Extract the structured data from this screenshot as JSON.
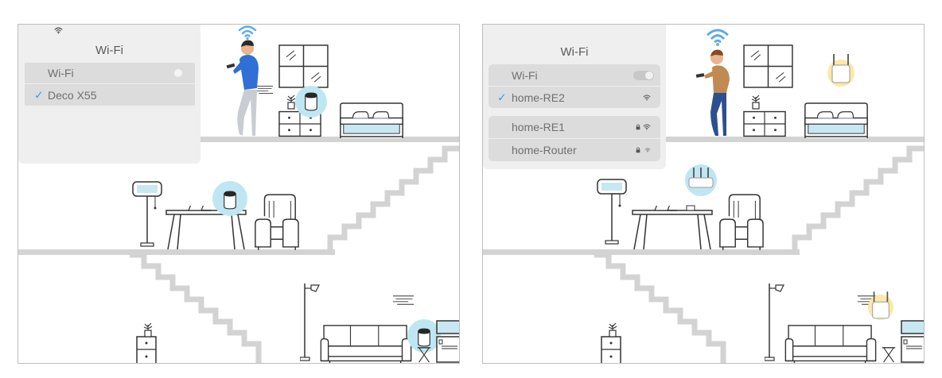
{
  "left": {
    "card": {
      "title": "Wi-Fi",
      "toggle_label": "Wi-Fi",
      "network": "Deco X55"
    }
  },
  "right": {
    "card": {
      "title": "Wi-Fi",
      "toggle_label": "Wi-Fi",
      "connected": "home-RE2",
      "others": [
        "home-RE1",
        "home-Router"
      ]
    }
  },
  "colors": {
    "deco_halo": "#bfe6f3",
    "extender_halo": "#fbe9a8",
    "accent": "#3d9be9",
    "line": "#333333",
    "floor": "#d3d3d3",
    "screen": "#c7e8f3",
    "shirt_left": "#2f6fd6",
    "shirt_right": "#c08a52",
    "pants": "#2c4f8f"
  },
  "icons": [
    "wifi-icon",
    "lock-icon",
    "check-icon",
    "deco-unit-icon",
    "range-extender-icon",
    "router-icon"
  ]
}
